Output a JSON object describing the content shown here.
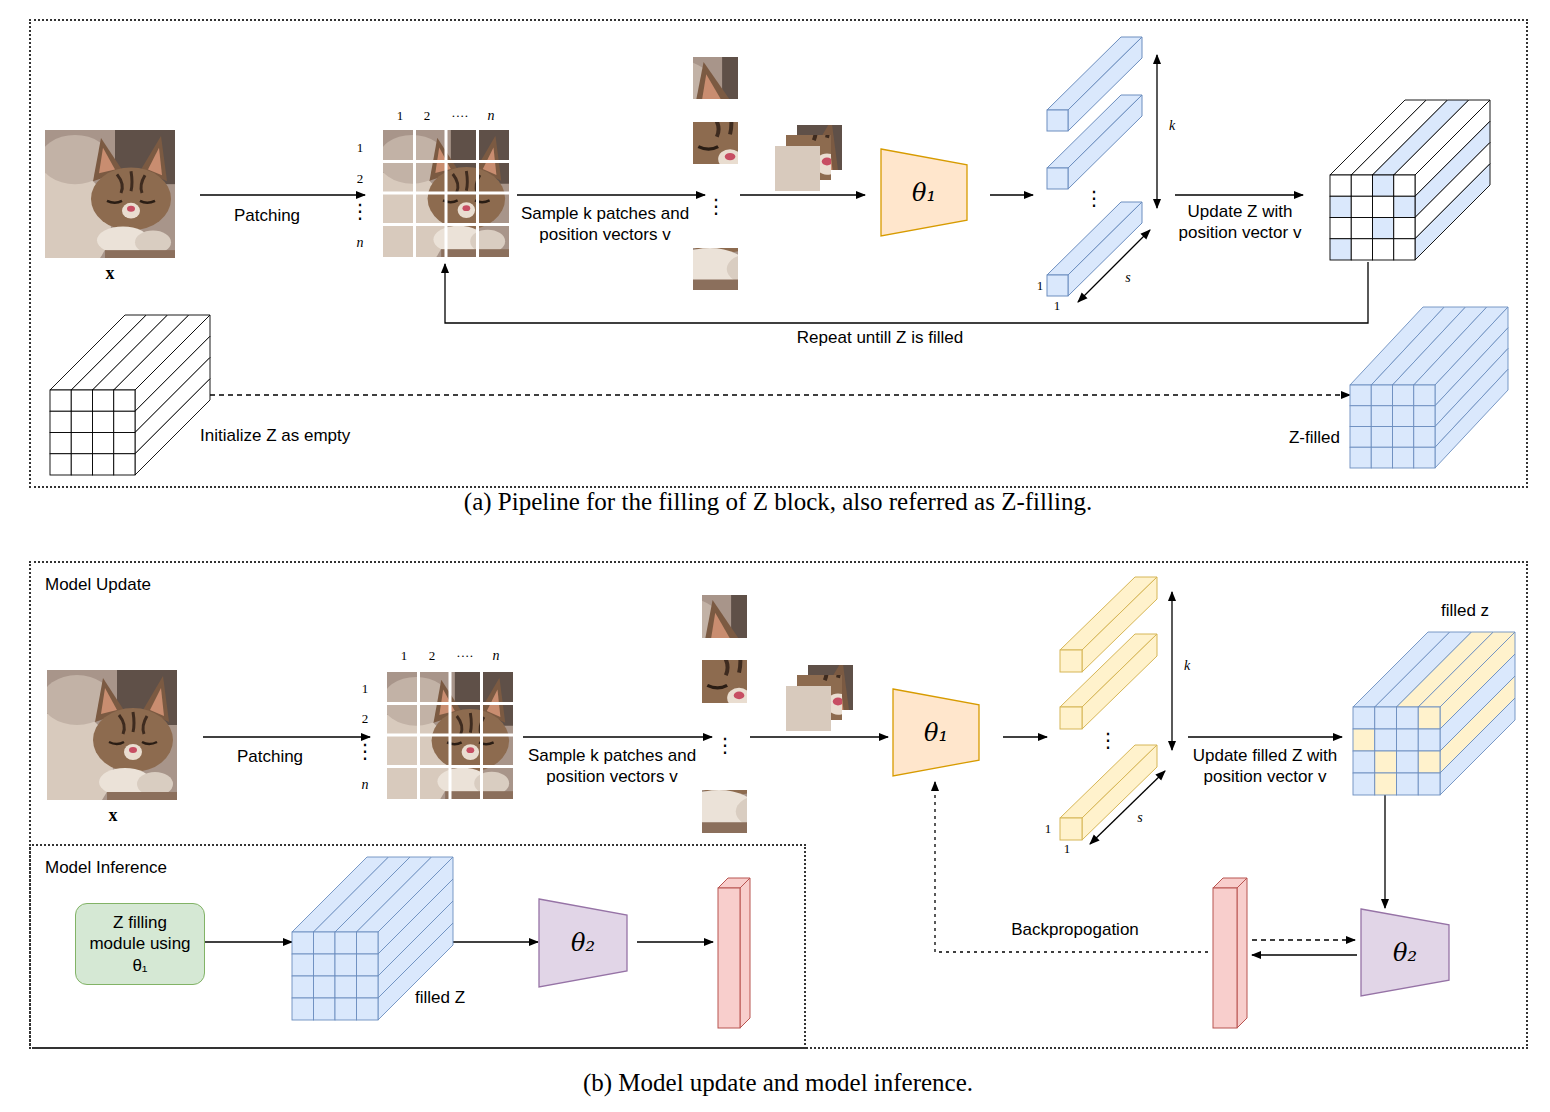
{
  "diagram": {
    "nodes": [
      {
        "text": [
          "(a) Pipeline for the filling of Z block, also referred as Z-filling."
        ]
      },
      {
        "text": [
          "θ₁"
        ],
        "in": 0
      },
      {
        "text": [
          "Initialize Z as empty"
        ],
        "in": 0
      },
      {
        "text": [
          "Z-filled"
        ],
        "in": 0
      },
      {
        "text": [
          "Model Update",
          "(b) Model update and model inference."
        ]
      },
      {
        "text": [
          "θ₁"
        ],
        "in": 4
      },
      {
        "text": [
          "filled z"
        ],
        "in": 4
      },
      {
        "text": [
          "θ₂"
        ],
        "in": 4
      },
      {
        "text": [
          "Model Inference"
        ],
        "in": 4
      },
      {
        "text": [
          "Z filling module using θ₁"
        ],
        "in": 8
      },
      {
        "text": [
          "filled Z"
        ],
        "in": 8
      },
      {
        "text": [
          "θ₂"
        ],
        "in": 8
      }
    ],
    "edges": [
      {
        "from": 2,
        "to": 3,
        "arrow": "to"
      },
      {
        "from": 6,
        "to": 7,
        "arrow": "to"
      },
      {
        "from": 9,
        "to": 10,
        "arrow": "to"
      },
      {
        "from": 10,
        "to": 11,
        "arrow": "to"
      }
    ],
    "labels": [
      "x",
      "1",
      "2",
      "····",
      "n",
      "1",
      "2",
      "⋮",
      "n",
      "Patching",
      "Sample k patches and position vectors v",
      "⋮",
      "⋮",
      "k",
      "s",
      "1",
      "1",
      "Update Z with position vector v",
      "Repeat untill Z is filled",
      "x",
      "1",
      "2",
      "····",
      "n",
      "1",
      "2",
      "⋮",
      "n",
      "Patching",
      "Sample k patches and position vectors v",
      "⋮",
      "⋮",
      "k",
      "s",
      "1",
      "1",
      "Update filled Z with position vector v",
      "Backpropogation"
    ]
  }
}
